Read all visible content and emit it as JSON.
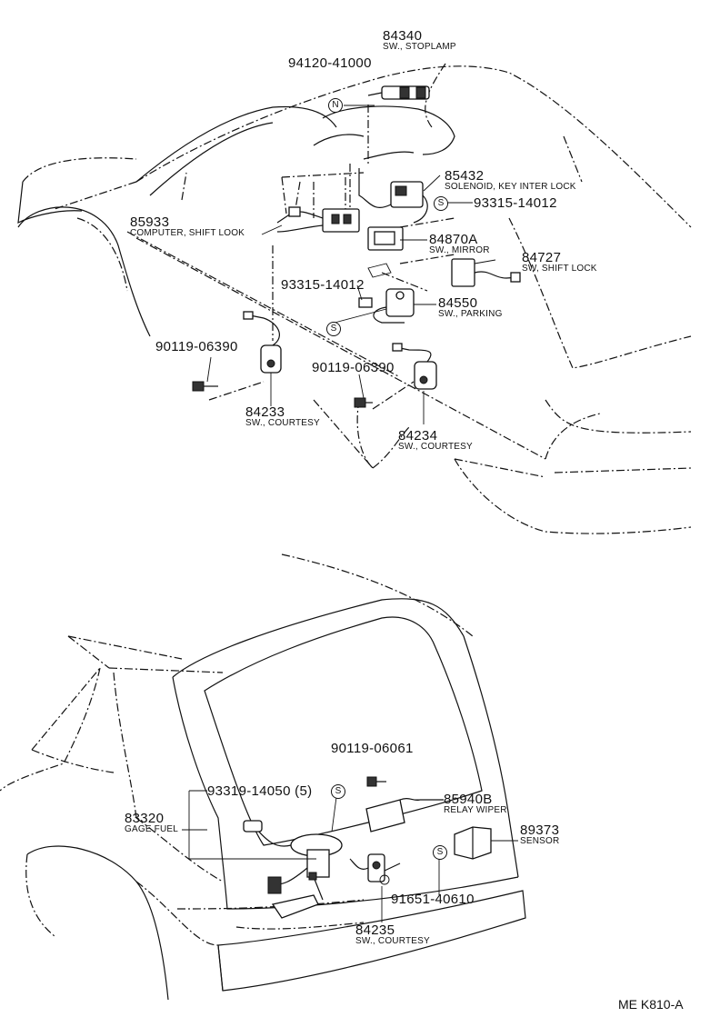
{
  "figure_code": "ME K810-A",
  "parts": {
    "p84340": {
      "number": "84340",
      "desc": "SW., STOPLAMP"
    },
    "p94120": {
      "number": "94120-41000"
    },
    "p85432": {
      "number": "85432",
      "desc": "SOLENOID, KEY INTER LOCK"
    },
    "p93315a": {
      "number": "93315-14012"
    },
    "p85933": {
      "number": "85933",
      "desc": "COMPUTER, SHIFT LOOK"
    },
    "p84870": {
      "number": "84870A",
      "desc": "SW., MIRROR"
    },
    "p84727": {
      "number": "84727",
      "desc": "SW, SHIFT LOCK"
    },
    "p93315b": {
      "number": "93315-14012"
    },
    "p84550": {
      "number": "84550",
      "desc": "SW., PARKING"
    },
    "p90119a": {
      "number": "90119-06390"
    },
    "p90119b": {
      "number": "90119-06390"
    },
    "p84233": {
      "number": "84233",
      "desc": "SW., COURTESY"
    },
    "p84234": {
      "number": "84234",
      "desc": "SW., COURTESY"
    },
    "p90119c": {
      "number": "90119-06061"
    },
    "p93319": {
      "number": "93319-14050 (5)"
    },
    "p83320": {
      "number": "83320",
      "desc": "GAGE FUEL"
    },
    "p85940": {
      "number": "85940B",
      "desc": "RELAY WIPER"
    },
    "p89373": {
      "number": "89373",
      "desc": "SENSOR"
    },
    "p91651": {
      "number": "91651-40610"
    },
    "p84235": {
      "number": "84235",
      "desc": "SW., COURTESY"
    }
  },
  "symbols": {
    "n": "N",
    "s": "S"
  }
}
